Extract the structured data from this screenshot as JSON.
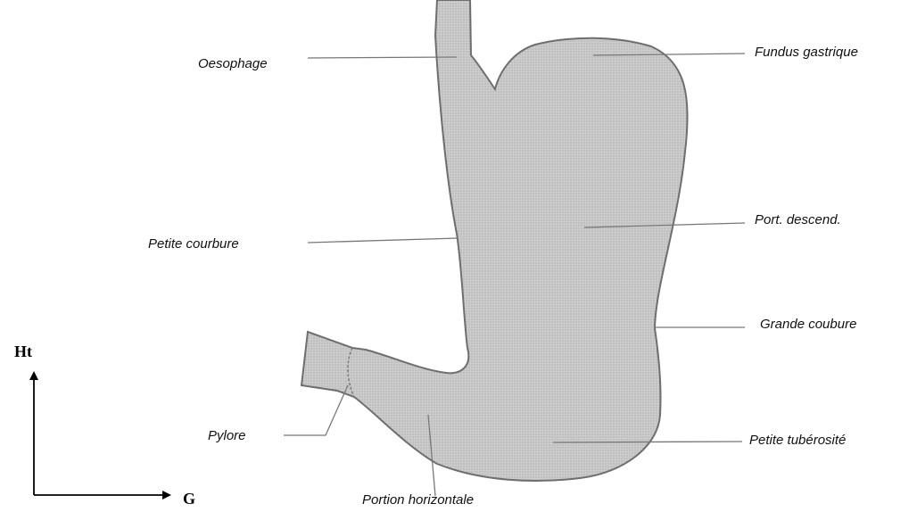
{
  "labels": {
    "oesophage": "Oesophage",
    "fundus": "Fundus gastrique",
    "petite_courbure": "Petite courbure",
    "port_descend": "Port. descend.",
    "grande_courbure": "Grande coubure",
    "pylore": "Pylore",
    "petite_tuberosite": "Petite tubérosité",
    "portion_horizontale": "Portion horizontale"
  },
  "axes": {
    "vertical": "Ht",
    "horizontal": "G"
  },
  "colors": {
    "organ_fill": "#c9c9c9",
    "organ_outline": "#6e6e6e",
    "leader_line": "#777777",
    "axis": "#000000"
  }
}
